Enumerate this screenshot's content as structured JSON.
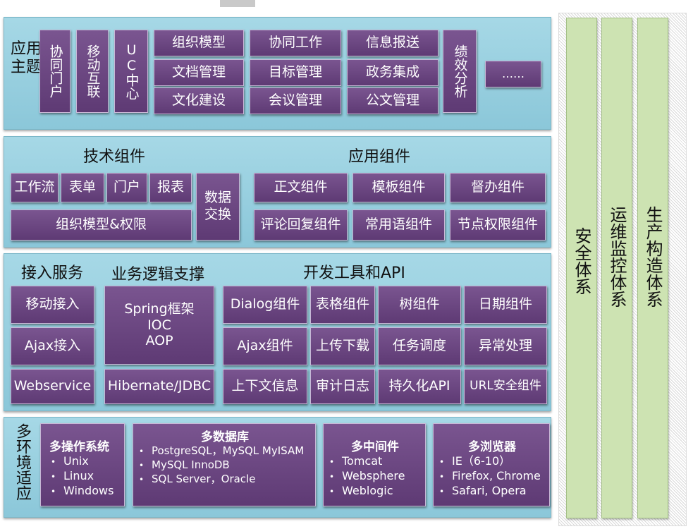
{
  "layers": {
    "theme": {
      "title": "应用主题",
      "vertical_tiles": [
        "协同门户",
        "移动互联",
        "UC中心"
      ],
      "grid": [
        [
          "组织模型",
          "协同工作",
          "信息报送"
        ],
        [
          "文档管理",
          "目标管理",
          "政务集成"
        ],
        [
          "文化建设",
          "会议管理",
          "公文管理"
        ]
      ],
      "perf": "绩效分析",
      "more": "……"
    },
    "components": {
      "tech_heading": "技术组件",
      "app_heading": "应用组件",
      "tech_row": [
        "工作流",
        "表单",
        "门户",
        "报表"
      ],
      "tech_wide": "组织模型&权限",
      "data_exchange": "数据交换",
      "app_row1": [
        "正文组件",
        "模板组件",
        "督办组件"
      ],
      "app_row2": [
        "评论回复组件",
        "常用语组件",
        "节点权限组件"
      ]
    },
    "services": {
      "access_heading": "接入服务",
      "logic_heading": "业务逻辑支撑",
      "dev_heading": "开发工具和API",
      "access": [
        "移动接入",
        "Ajax接入",
        "Webservice"
      ],
      "spring": [
        "Spring框架",
        "IOC",
        "AOP"
      ],
      "hibernate": "Hibernate/JDBC",
      "api_grid": [
        [
          "Dialog组件",
          "表格组件",
          "树组件",
          "日期组件"
        ],
        [
          "Ajax组件",
          "上传下载",
          "任务调度",
          "异常处理"
        ],
        [
          "上下文信息",
          "审计日志",
          "持久化API",
          "URL安全组件"
        ]
      ]
    },
    "env": {
      "title": "多环境适应",
      "os": {
        "title": "多操作系统",
        "items": [
          "Unix",
          "Linux",
          "Windows"
        ]
      },
      "db": {
        "title": "多数据库",
        "items": [
          "PostgreSQL，MySQL MyISAM",
          "MySQL InnoDB",
          "SQL Server，Oracle"
        ]
      },
      "mw": {
        "title": "多中间件",
        "items": [
          "Tomcat",
          "Websphere",
          "Weblogic"
        ]
      },
      "browser": {
        "title": "多浏览器",
        "items": [
          "IE（6-10）",
          "Firefox, Chrome",
          "Safari, Opera"
        ]
      }
    }
  },
  "side_systems": [
    "安全体系",
    "运维监控体系",
    "生产构造体系"
  ]
}
